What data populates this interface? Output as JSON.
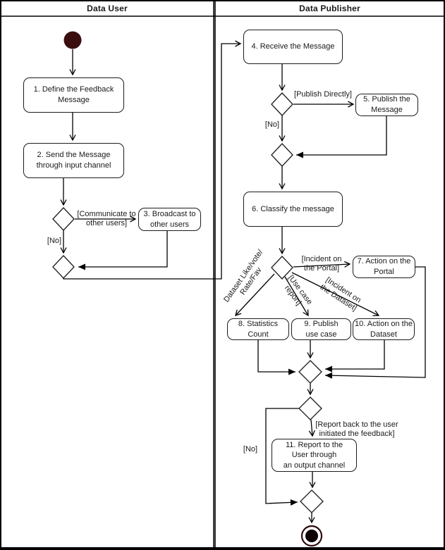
{
  "lanes": [
    {
      "title": "Data User"
    },
    {
      "title": "Data Publisher"
    }
  ],
  "nodes": {
    "n1": "1. Define the Feedback\nMessage",
    "n2": "2. Send the Message\nthrough input channel",
    "n3": "3. Broadcast to\nother users",
    "n4": "4. Receive the Message",
    "n5": "5. Publish the\nMessage",
    "n6": "6. Classify the message",
    "n7": "7. Action on the\nPortal",
    "n8": "8. Statistics\nCount",
    "n9": "9. Publish\nuse case",
    "n10": "10. Action on the\nDataset",
    "n11": "11. Report to the\nUser through\nan output channel"
  },
  "labels": {
    "communicate": "[Communicate to\nother users]",
    "no_user": "[No]",
    "publish_directly": "[Publish Directly]",
    "no_publisher": "[No]",
    "incident_portal": "[Incident on\nthe Portal]",
    "dataset_like": "Dataset Like/vote/\nRate/Fav",
    "use_case": "[Use case\nreport]",
    "incident_dataset": "[Incident on\nthe Dataset]",
    "report_back": "[Report back to the user\ninitiated the feedback]",
    "no_report": "[No]"
  },
  "colors": {
    "start_node": "#3a0e0e",
    "end_node_ring": "#2d0b0b",
    "end_node_core": "#0d0303",
    "lane_divider": "#3c3c3c",
    "line": "#000000"
  }
}
